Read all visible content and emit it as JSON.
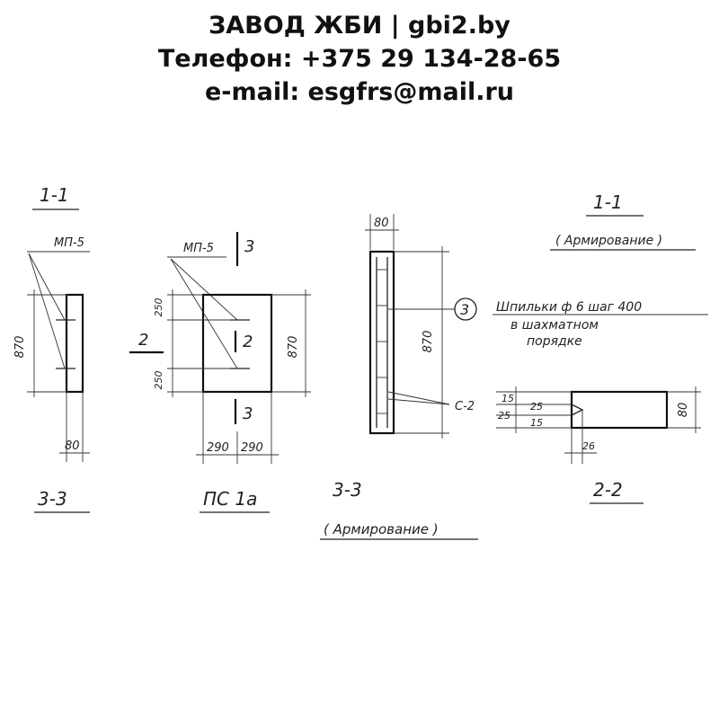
{
  "header": {
    "line1": "ЗАВОД ЖБИ | gbi2.by",
    "line2": "Телефон: +375 29 134-28-65",
    "line3": "e-mail: esgfrs@mail.ru"
  },
  "drawing": {
    "sec11_left": {
      "title": "1-1",
      "mark": "МП-5",
      "height": "870",
      "width": "80",
      "caption": "3-3"
    },
    "panel": {
      "mark": "МП-5",
      "cut3_top": "3",
      "cut3_bottom": "3",
      "cut2_left": "2",
      "cut2_inner": "2",
      "dim_top": "250",
      "dim_bottom": "250",
      "height": "870",
      "w_left": "290",
      "w_right": "290",
      "caption": "ПС 1а"
    },
    "sec33_rebar": {
      "width": "80",
      "height": "870",
      "caption": "3-3",
      "subcaption": "( Армирование )"
    },
    "sec11_right": {
      "title": "1-1",
      "subtitle": "( Армирование )",
      "callout_num": "3",
      "note1": "Шпильки ф 6 шаг 400",
      "note2": "в шахматном",
      "note3": "порядке",
      "c2_label": "С-2"
    },
    "sec22": {
      "d15a": "15",
      "d25a": "25",
      "d25b": "25",
      "d15b": "15",
      "height": "80",
      "d26": "26",
      "caption": "2-2"
    }
  }
}
